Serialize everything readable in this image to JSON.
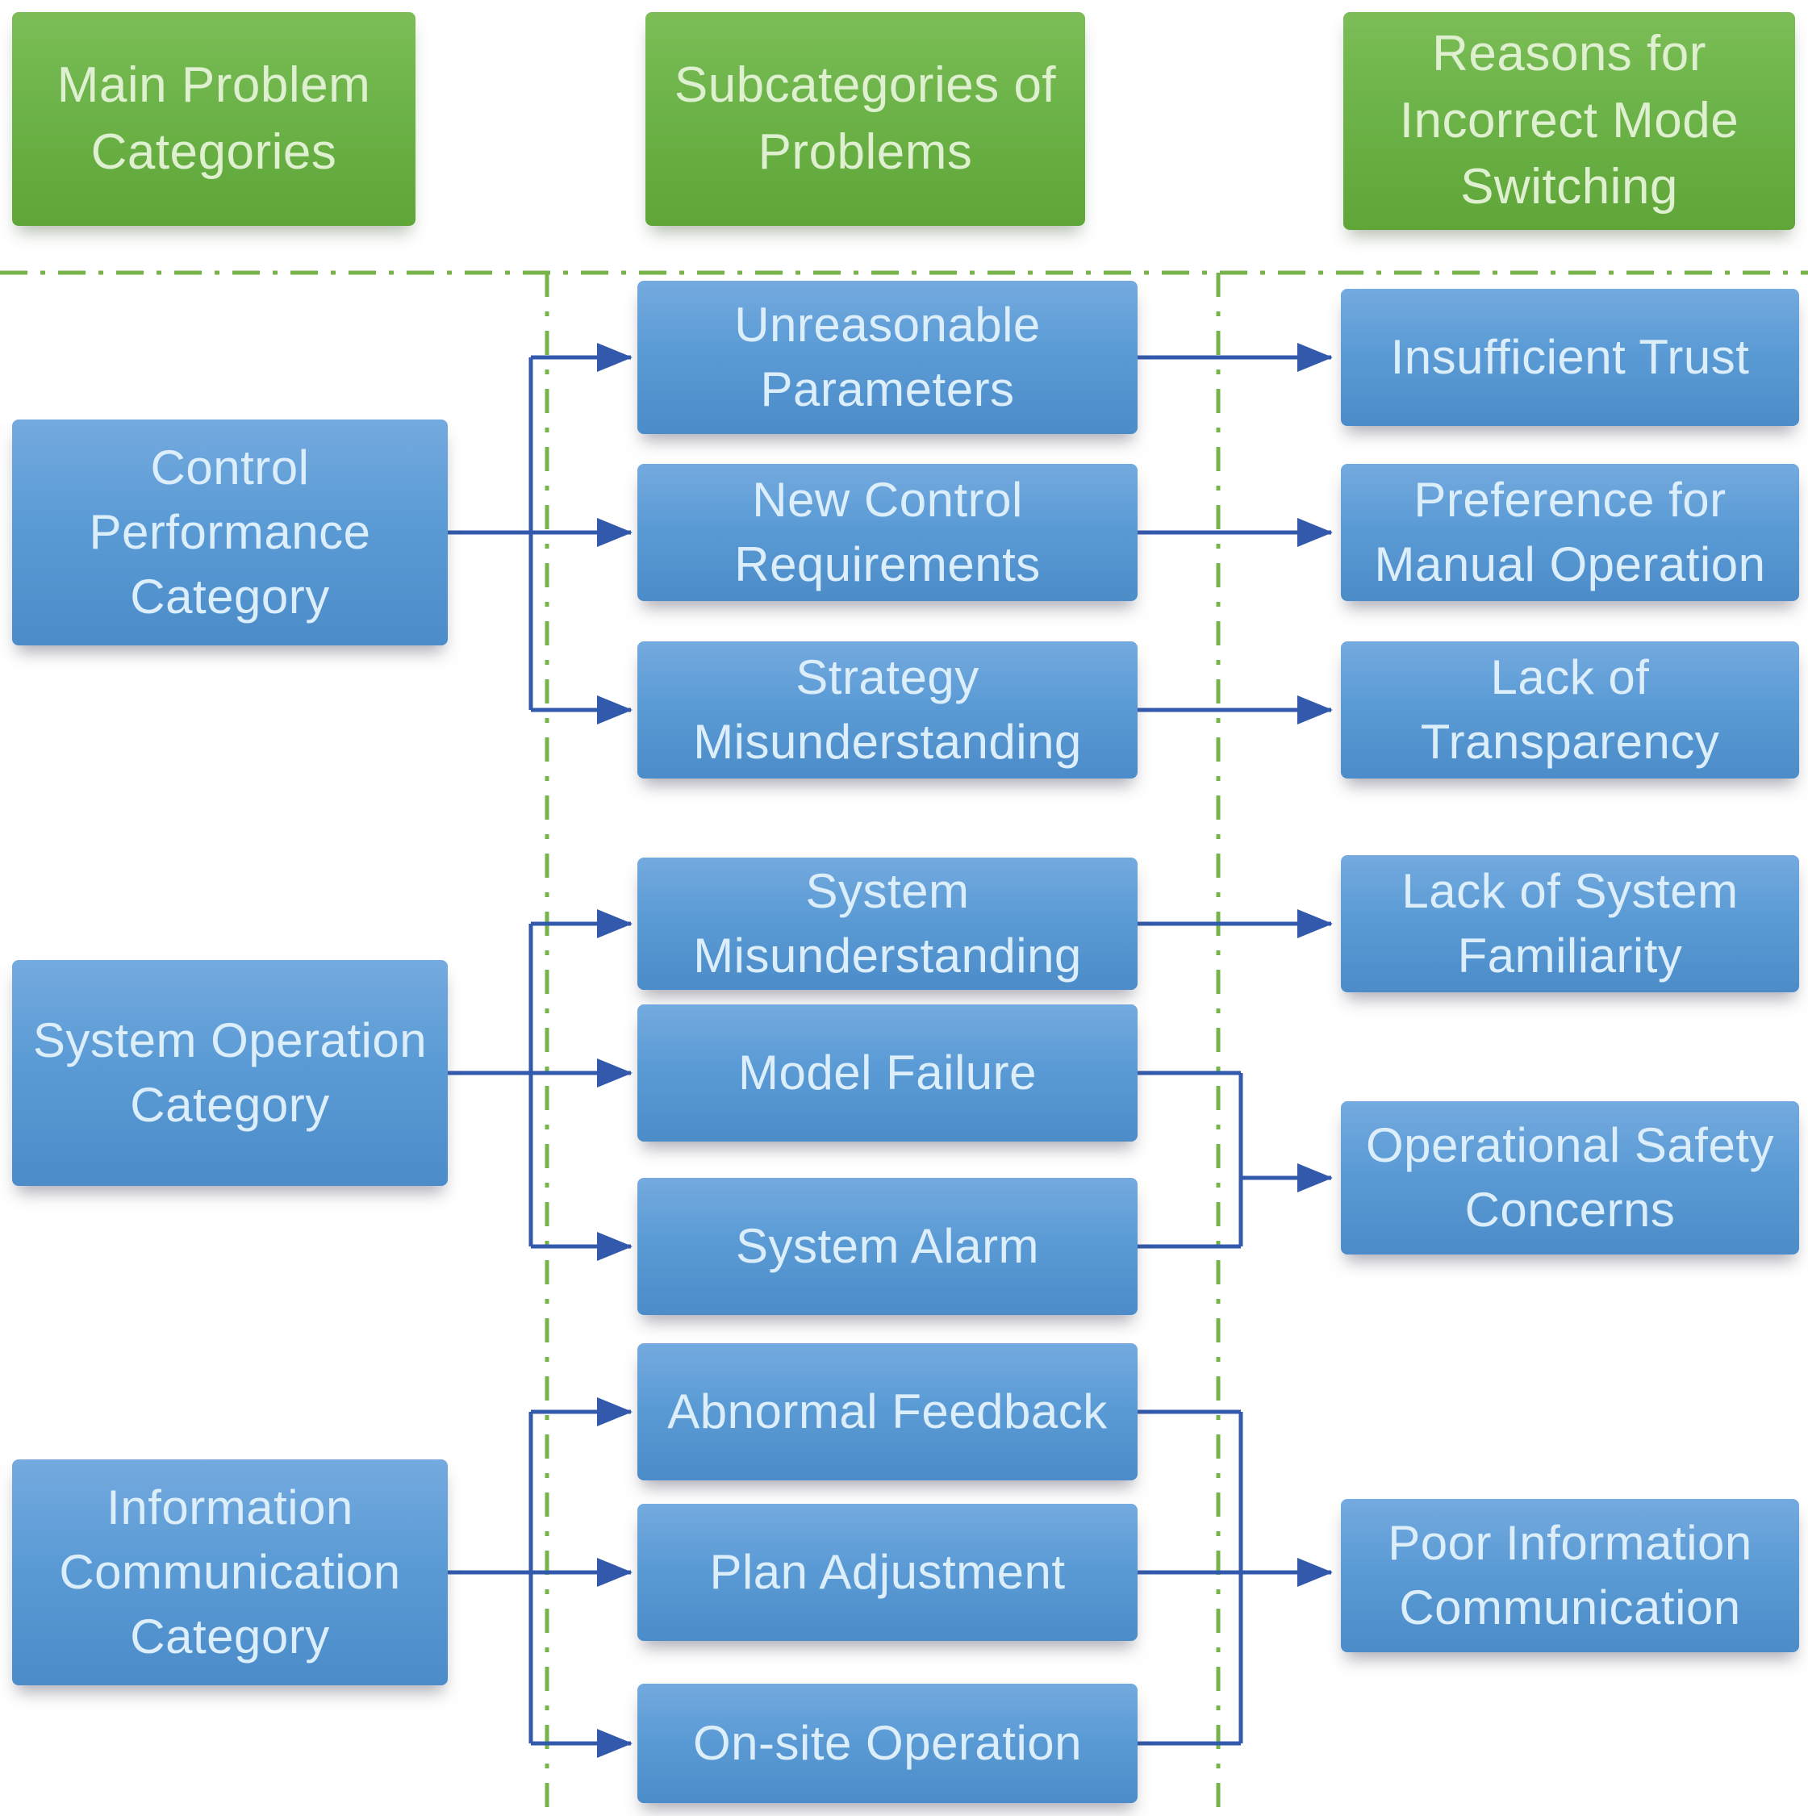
{
  "diagram": {
    "column_headers": [
      "Main Problem Categories",
      "Subcategories of Problems",
      "Reasons for Incorrect Mode Switching"
    ],
    "groups": [
      {
        "category": "Control Performance Category",
        "subcategories": [
          "Unreasonable Parameters",
          "New Control Requirements",
          "Strategy Misunderstanding"
        ]
      },
      {
        "category": "System Operation Category",
        "subcategories": [
          "System Misunderstanding",
          "Model Failure",
          "System Alarm"
        ]
      },
      {
        "category": "Information Communication Category",
        "subcategories": [
          "Abnormal Feedback",
          "Plan Adjustment",
          "On-site Operation"
        ]
      }
    ],
    "reasons": [
      {
        "label": "Insufficient Trust",
        "from": [
          "Unreasonable Parameters"
        ]
      },
      {
        "label": "Preference for Manual Operation",
        "from": [
          "New Control Requirements"
        ]
      },
      {
        "label": "Lack of Transparency",
        "from": [
          "Strategy Misunderstanding"
        ]
      },
      {
        "label": "Lack of System Familiarity",
        "from": [
          "System Misunderstanding"
        ]
      },
      {
        "label": "Operational Safety Concerns",
        "from": [
          "Model Failure",
          "System Alarm"
        ]
      },
      {
        "label": "Poor Information Communication",
        "from": [
          "Abnormal Feedback",
          "Plan Adjustment",
          "On-site Operation"
        ]
      }
    ],
    "colors": {
      "header_green": "#6db44a",
      "box_blue": "#5b9bd5",
      "connector_blue": "#3259ab",
      "guide_green": "#76b34b"
    }
  }
}
